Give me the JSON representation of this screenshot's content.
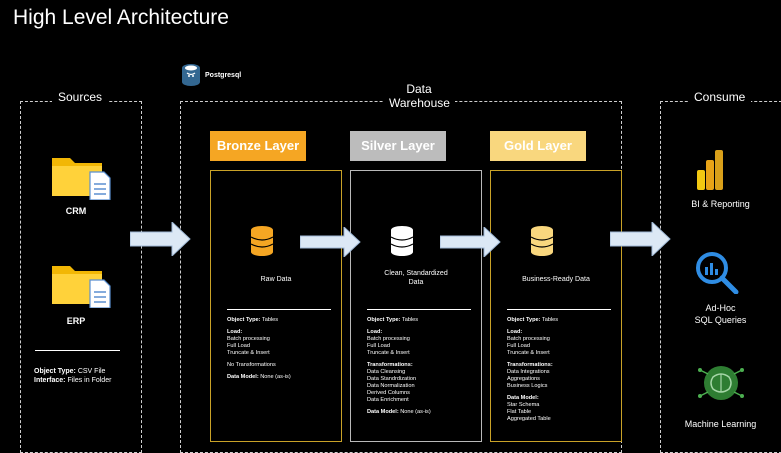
{
  "title": "High Level Architecture",
  "postgres_label": "Postgresql",
  "sources": {
    "label": "Sources",
    "items": [
      {
        "label": "CRM",
        "icon": "folder-file-icon"
      },
      {
        "label": "ERP",
        "icon": "folder-file-icon"
      }
    ],
    "object_type_key": "Object Type:",
    "object_type_value": " CSV File",
    "interface_key": "Interface:",
    "interface_value": " Files in Folder"
  },
  "warehouse": {
    "label_line1": "Data",
    "label_line2": "Warehouse"
  },
  "layers": [
    {
      "name": "Bronze Layer",
      "color": "#f5a623",
      "caption": "Raw Data",
      "object_type_key": "Object Type:",
      "object_type_value": " Tables",
      "load_key": "Load:",
      "load": [
        "Batch processing",
        "Full Load",
        "Truncate & Insert"
      ],
      "transform_key": "",
      "transformations": [
        "No Transformations"
      ],
      "model_key": "Data Model:",
      "model_value": " None (as-is)",
      "model_list": []
    },
    {
      "name": "Silver Layer",
      "color": "#bcbcbc",
      "caption_line1": "Clean, Standardized",
      "caption_line2": "Data",
      "object_type_key": "Object Type:",
      "object_type_value": " Tables",
      "load_key": "Load:",
      "load": [
        "Batch processing",
        "Full Load",
        "Truncate & Insert"
      ],
      "transform_key": "Transformations:",
      "transformations": [
        "Data Cleansing",
        "Data Standrdization",
        "Data Normalization",
        "Derived Columns",
        "Data Enrichment"
      ],
      "model_key": "Data Model:",
      "model_value": " None (as-is)"
    },
    {
      "name": "Gold Layer",
      "color": "#f9d77e",
      "caption": "Business-Ready Data",
      "object_type_key": "Object Type:",
      "object_type_value": " Tables",
      "load_key": "Load:",
      "load": [
        "Batch processing",
        "Full Load",
        "Truncate & Insert"
      ],
      "transform_key": "Transformations:",
      "transformations": [
        "Data Integrations",
        "Aggregations",
        "Business Logics"
      ],
      "model_key": "Data Model:",
      "model_list": [
        "Star Schema",
        "Flat Table",
        "Aggregated Table"
      ]
    }
  ],
  "consume": {
    "label": "Consume",
    "items": [
      {
        "line1": "BI & Reporting",
        "line2": "",
        "icon": "power-bi-icon"
      },
      {
        "line1": "Ad-Hoc",
        "line2": "SQL Queries",
        "icon": "magnifier-chart-icon"
      },
      {
        "line1": "Machine Learning",
        "line2": "",
        "icon": "brain-circuit-icon"
      }
    ]
  },
  "colors": {
    "arrow": "#dce8f5",
    "bronze": "#f5a623",
    "silver": "#bcbcbc",
    "gold": "#f9d77e"
  }
}
